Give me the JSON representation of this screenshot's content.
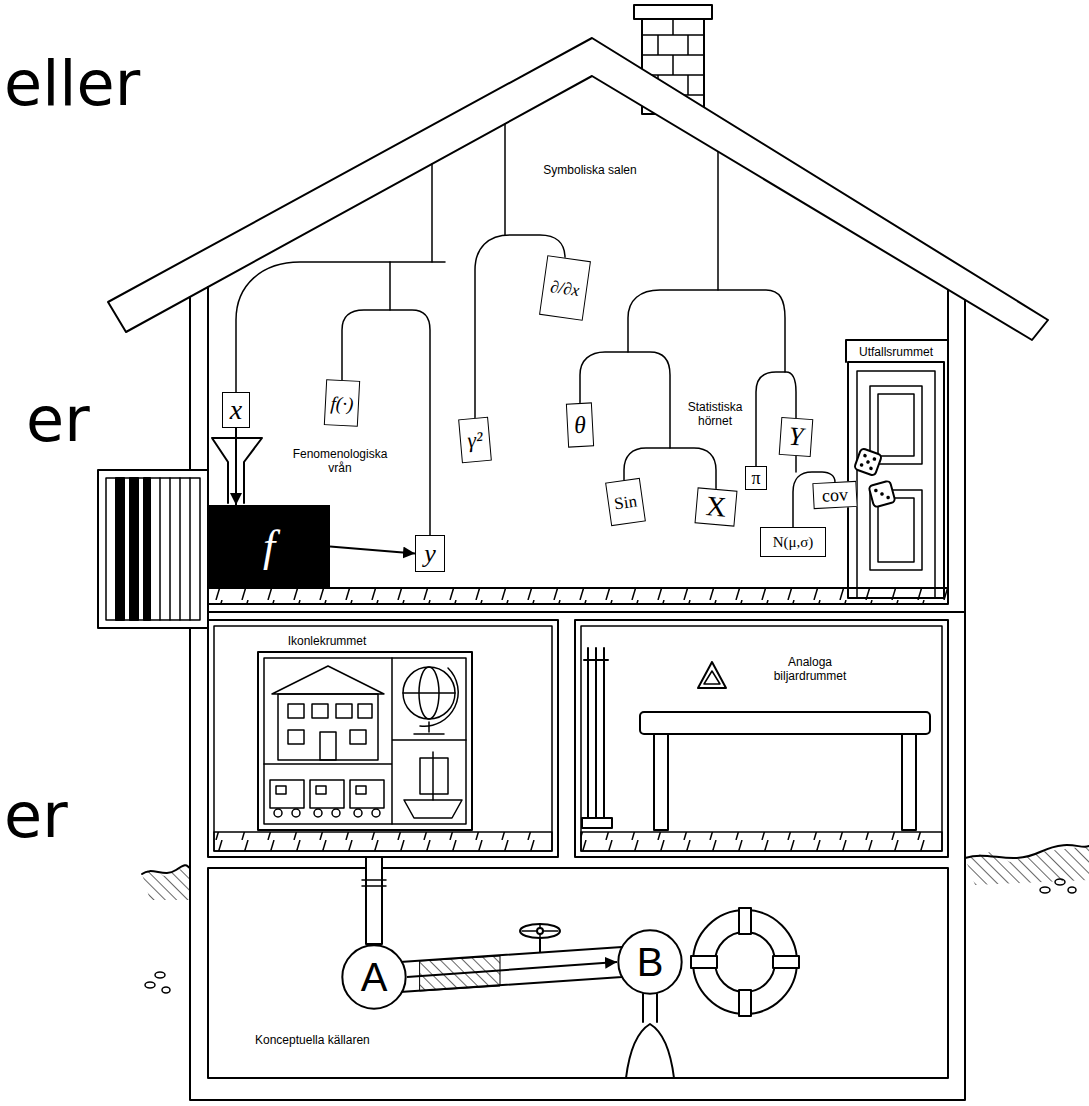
{
  "diagram": {
    "nodes": [
      {
        "text": [
          "Symboliska salen"
        ]
      },
      {
        "text": [
          "Utfallsrummet"
        ],
        "in": 0
      },
      {
        "text": [
          "x"
        ],
        "in": 0
      },
      {
        "text": [
          "f(·)"
        ],
        "in": 0
      },
      {
        "text": [
          "γ²"
        ],
        "in": 0
      },
      {
        "text": [
          "∂/∂x"
        ],
        "in": 0
      },
      {
        "text": [
          "θ"
        ],
        "in": 0
      },
      {
        "text": [
          "Sin"
        ],
        "in": 0
      },
      {
        "text": [
          "X"
        ],
        "in": 0
      },
      {
        "text": [
          "π"
        ],
        "in": 0
      },
      {
        "text": [
          "Y"
        ],
        "in": 0
      },
      {
        "text": [
          "cov"
        ],
        "in": 0
      },
      {
        "text": [
          "N(μ,σ)"
        ],
        "in": 0
      },
      {
        "text": [
          "f"
        ],
        "in": 0
      },
      {
        "text": [
          "y"
        ],
        "in": 0
      },
      {
        "text": [
          "Ikonlekrummet"
        ]
      },
      {
        "text": [
          "Analoga biljardrummet"
        ]
      },
      {
        "text": [
          "Konceptuella källaren"
        ]
      },
      {
        "text": [
          "A"
        ],
        "in": 17
      },
      {
        "text": [
          "B"
        ],
        "in": 17
      }
    ],
    "edges": [
      {
        "from": 2,
        "to": 13,
        "arrow": "to"
      },
      {
        "from": 13,
        "to": 14,
        "arrow": "to"
      },
      {
        "from": 18,
        "to": 19,
        "arrow": "to"
      }
    ],
    "labels": [
      "eller",
      "er",
      "er",
      "Fenomenologiska vrån",
      "Statistiska hörnet"
    ]
  }
}
